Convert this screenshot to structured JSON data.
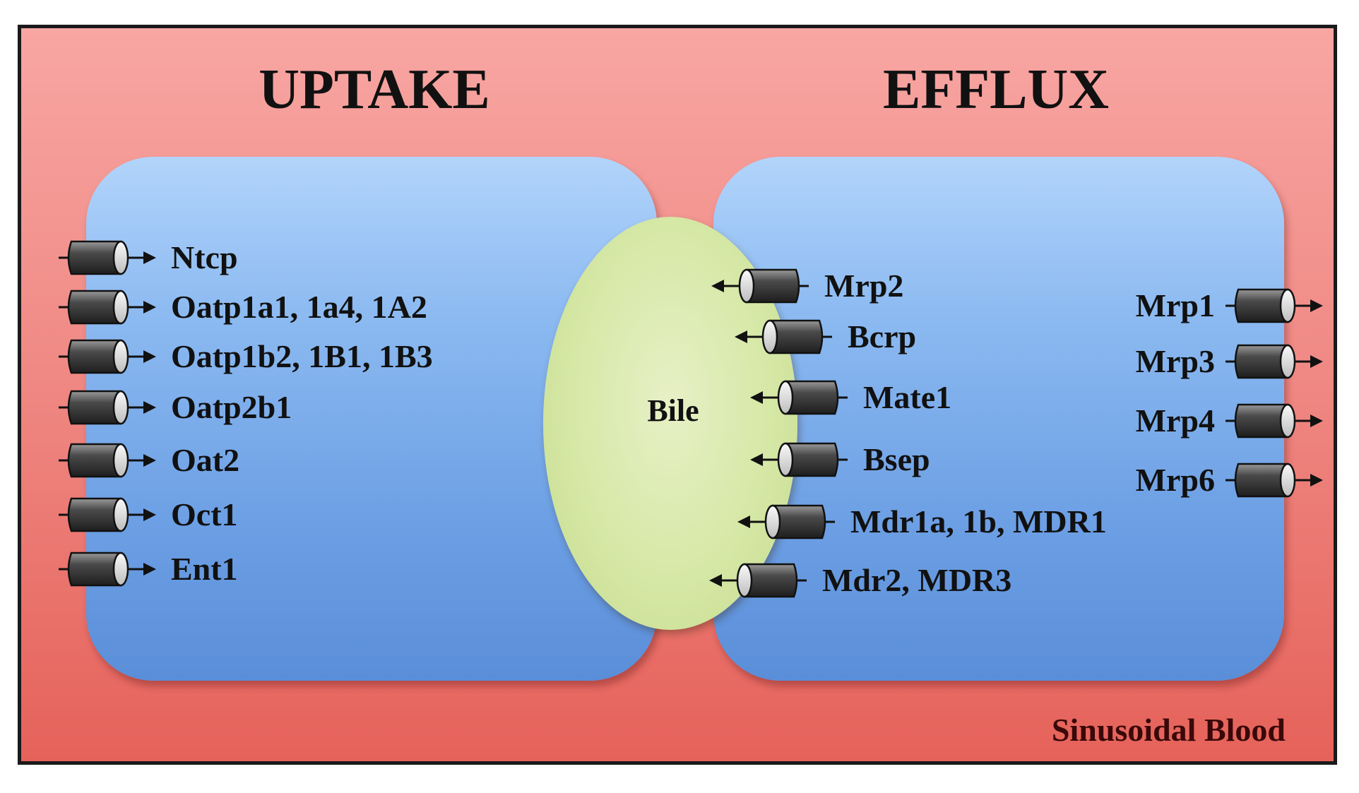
{
  "headings": {
    "uptake": "UPTAKE",
    "efflux": "EFFLUX"
  },
  "bile_label": "Bile",
  "compartment_label": "Sinusoidal Blood",
  "colors": {
    "blood": "#ec7b75",
    "cell": "#7aaae8",
    "bile": "#d6e8a6",
    "transporter": "#3c3c3c"
  },
  "uptake_transporters": [
    {
      "label": "Ntcp",
      "direction": "in"
    },
    {
      "label": "Oatp1a1, 1a4, 1A2",
      "direction": "in"
    },
    {
      "label": "Oatp1b2, 1B1, 1B3",
      "direction": "in"
    },
    {
      "label": "Oatp2b1",
      "direction": "in"
    },
    {
      "label": "Oat2",
      "direction": "in"
    },
    {
      "label": "Oct1",
      "direction": "in"
    },
    {
      "label": "Ent1",
      "direction": "in"
    }
  ],
  "canalicular_efflux_transporters": [
    {
      "label": "Mrp2",
      "direction": "into-bile"
    },
    {
      "label": "Bcrp",
      "direction": "into-bile"
    },
    {
      "label": "Mate1",
      "direction": "into-bile"
    },
    {
      "label": "Bsep",
      "direction": "into-bile"
    },
    {
      "label": "Mdr1a, 1b, MDR1",
      "direction": "into-bile"
    },
    {
      "label": "Mdr2, MDR3",
      "direction": "into-bile"
    }
  ],
  "basolateral_efflux_transporters": [
    {
      "label": "Mrp1",
      "direction": "out"
    },
    {
      "label": "Mrp3",
      "direction": "out"
    },
    {
      "label": "Mrp4",
      "direction": "out"
    },
    {
      "label": "Mrp6",
      "direction": "out"
    }
  ]
}
